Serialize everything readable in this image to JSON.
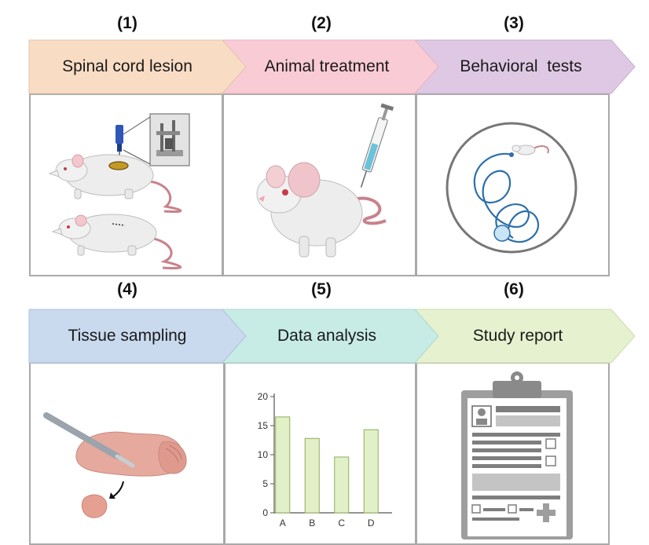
{
  "steps": [
    {
      "number": "(1)",
      "label": "Spinal cord lesion",
      "color": "#f8dcc4"
    },
    {
      "number": "(2)",
      "label": "Animal treatment",
      "color": "#f9cbd5"
    },
    {
      "number": "(3)",
      "label": "Behavioral  tests",
      "color": "#dfc8e4"
    },
    {
      "number": "(4)",
      "label": "Tissue sampling",
      "color": "#c9d9ee"
    },
    {
      "number": "(5)",
      "label": "Data analysis",
      "color": "#c7ece6"
    },
    {
      "number": "(6)",
      "label": "Study report",
      "color": "#e6f1cf"
    }
  ],
  "icons": {
    "step1": [
      "rat-icon",
      "stereotaxic-device-icon",
      "spinal-lesion-icon"
    ],
    "step2": [
      "mouse-icon",
      "syringe-icon"
    ],
    "step3": [
      "open-field-arena-icon",
      "movement-path-icon"
    ],
    "step4": [
      "brain-icon",
      "scalpel-icon",
      "tissue-sample-icon"
    ],
    "step6": [
      "clipboard-report-icon"
    ]
  },
  "chart_data": {
    "type": "bar",
    "categories": [
      "A",
      "B",
      "C",
      "D"
    ],
    "values": [
      16.5,
      12.8,
      9.6,
      14.3
    ],
    "ylim": [
      0,
      20
    ],
    "yticks": [
      0,
      5,
      10,
      15,
      20
    ],
    "bar_color": "#e2f0c7",
    "bar_stroke": "#8fae5a"
  }
}
